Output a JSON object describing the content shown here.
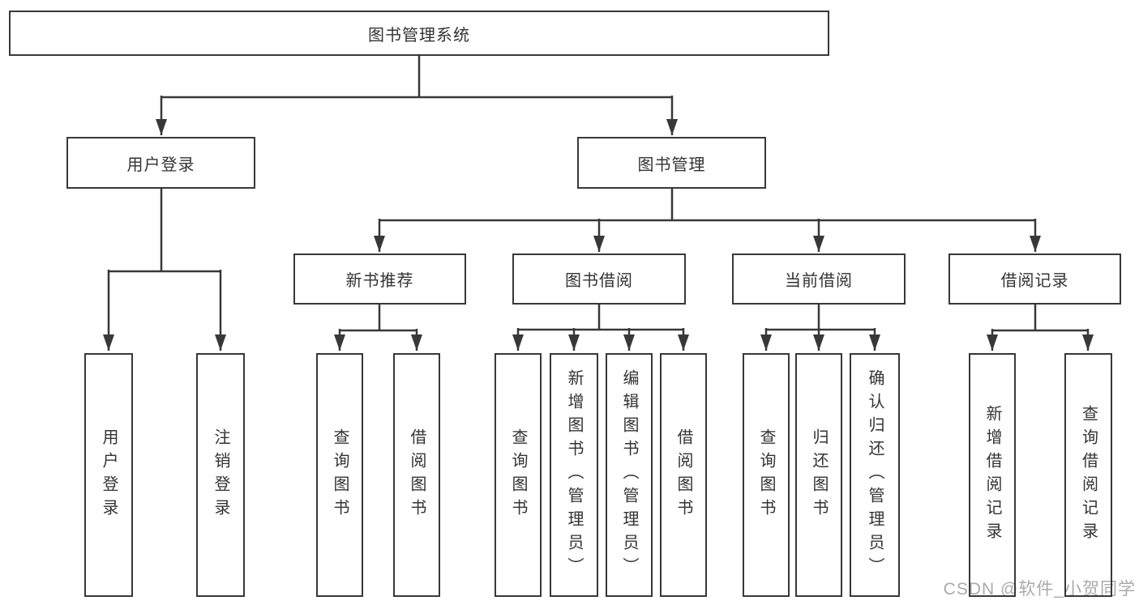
{
  "diagram": {
    "title_node": "图书管理系统",
    "root": {
      "label": "图书管理系统"
    },
    "level2": [
      {
        "label": "用户登录",
        "leaves": [
          "用户登录",
          "注销登录"
        ]
      },
      {
        "label": "图书管理",
        "groups": [
          {
            "label": "新书推荐",
            "leaves": [
              "查询图书",
              "借阅图书"
            ]
          },
          {
            "label": "图书借阅",
            "leaves": [
              "查询图书",
              "新增图书（管理员）",
              "编辑图书（管理员）",
              "借阅图书"
            ]
          },
          {
            "label": "当前借阅",
            "leaves": [
              "查询图书",
              "归还图书",
              "确认归还（管理员）"
            ]
          },
          {
            "label": "借阅记录",
            "leaves": [
              "新增借阅记录",
              "查询借阅记录"
            ]
          }
        ]
      }
    ]
  },
  "watermark": {
    "text": "CSDN @软件_小贺同学"
  },
  "colors": {
    "line": "#383838",
    "box_border": "#383838",
    "text": "#333333",
    "background": "#ffffff",
    "watermark": "#aaaaaa"
  }
}
